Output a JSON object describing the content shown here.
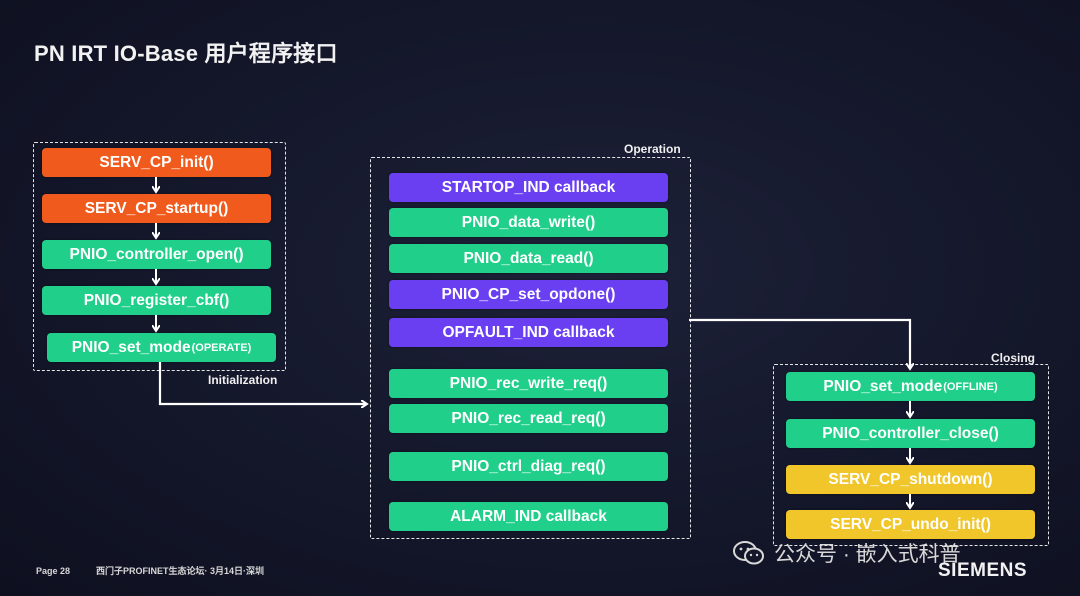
{
  "title": "PN IRT IO-Base 用户程序接口",
  "groups": {
    "initialization": {
      "label": "Initialization",
      "items": [
        {
          "text": "SERV_CP_init()",
          "param": ""
        },
        {
          "text": "SERV_CP_startup()",
          "param": ""
        },
        {
          "text": "PNIO_controller_open()",
          "param": ""
        },
        {
          "text": "PNIO_register_cbf()",
          "param": ""
        },
        {
          "text": "PNIO_set_mode",
          "param": "(OPERATE)"
        }
      ]
    },
    "operation": {
      "label": "Operation",
      "items": [
        {
          "text": "STARTOP_IND callback"
        },
        {
          "text": "PNIO_data_write()"
        },
        {
          "text": "PNIO_data_read()"
        },
        {
          "text": "PNIO_CP_set_opdone()"
        },
        {
          "text": "OPFAULT_IND callback"
        },
        {
          "text": "PNIO_rec_write_req()"
        },
        {
          "text": "PNIO_rec_read_req()"
        },
        {
          "text": "PNIO_ctrl_diag_req()"
        },
        {
          "text": "ALARM_IND callback"
        }
      ]
    },
    "closing": {
      "label": "Closing",
      "items": [
        {
          "text": "PNIO_set_mode",
          "param": "(OFFLINE)"
        },
        {
          "text": "PNIO_controller_close()",
          "param": ""
        },
        {
          "text": "SERV_CP_shutdown()",
          "param": ""
        },
        {
          "text": "SERV_CP_undo_init()",
          "param": ""
        }
      ]
    }
  },
  "colors": {
    "service": "#f05a1c",
    "pnio": "#1fcf8a",
    "callback": "#6a3ff2",
    "shutdown": "#f1c62a"
  },
  "footer": {
    "page": "Page 28",
    "event": "西门子PROFINET生态论坛· 3月14日·深圳",
    "watermark": "公众号 · 嵌入式科普",
    "brand": "SIEMENS"
  }
}
